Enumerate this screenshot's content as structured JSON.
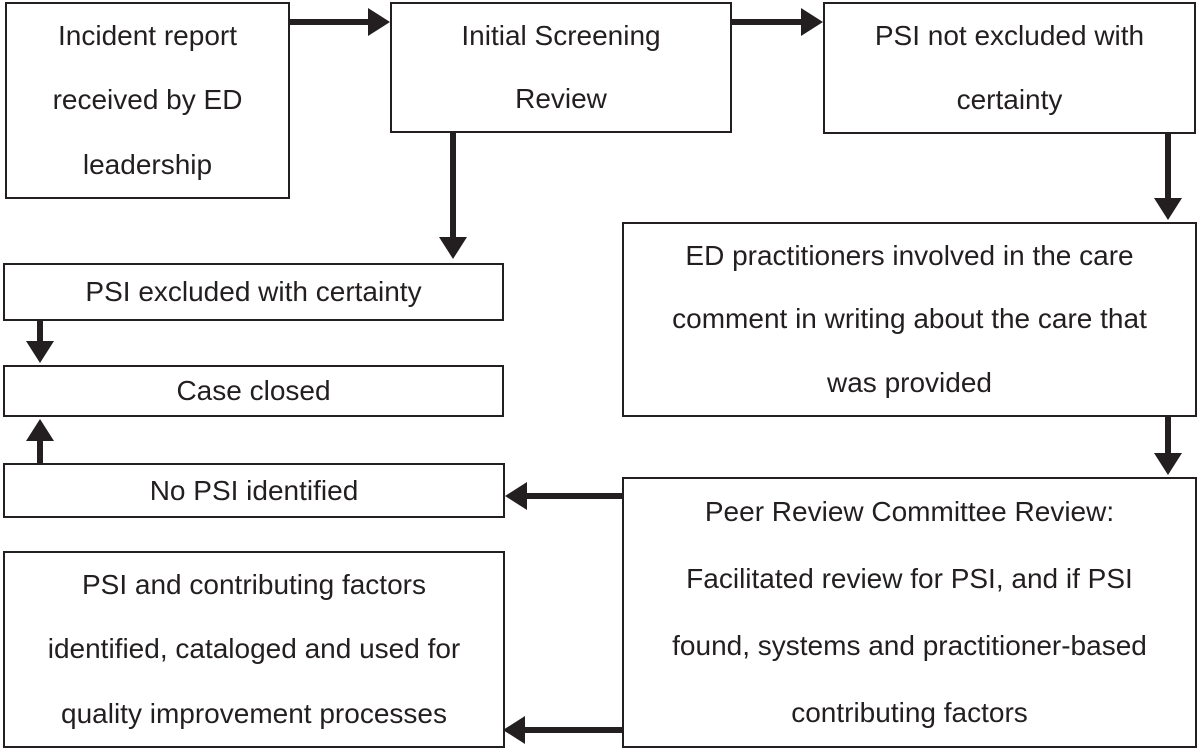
{
  "diagram": {
    "background_color": "#ffffff",
    "line_color": "#231f20",
    "nodes": {
      "incident_report": {
        "label": "Incident report received by ED leadership",
        "lines": [
          "Incident report",
          "received by ED",
          "leadership"
        ]
      },
      "initial_screening": {
        "label": "Initial Screening Review",
        "lines": [
          "Initial Screening",
          "Review"
        ]
      },
      "psi_not_excluded": {
        "label": "PSI not excluded with certainty",
        "lines": [
          "PSI not excluded with",
          "certainty"
        ]
      },
      "psi_excluded": {
        "label": "PSI excluded with certainty",
        "lines": [
          "PSI excluded with certainty"
        ]
      },
      "case_closed": {
        "label": "Case closed",
        "lines": [
          "Case closed"
        ]
      },
      "ed_practitioners": {
        "label": "ED practitioners involved in the care comment in writing about the care that was provided",
        "lines": [
          "ED practitioners involved in the care",
          "comment in writing about the care that",
          "was provided"
        ]
      },
      "no_psi": {
        "label": "No PSI identified",
        "lines": [
          "No PSI identified"
        ]
      },
      "peer_review": {
        "label": "Peer Review Committee Review: Facilitated review for PSI, and if PSI found, systems and practitioner-based contributing factors",
        "lines": [
          "Peer Review Committee Review:",
          "Facilitated review for PSI, and if PSI",
          "found, systems and practitioner-based",
          "contributing factors"
        ]
      },
      "psi_contributing": {
        "label": "PSI and contributing factors identified, cataloged and used for quality improvement processes",
        "lines": [
          "PSI and contributing factors",
          "identified, cataloged and used for",
          "quality improvement processes"
        ]
      }
    },
    "edges": [
      {
        "from": "incident_report",
        "to": "initial_screening",
        "direction": "right"
      },
      {
        "from": "initial_screening",
        "to": "psi_not_excluded",
        "direction": "right"
      },
      {
        "from": "initial_screening",
        "to": "psi_excluded",
        "direction": "down"
      },
      {
        "from": "psi_not_excluded",
        "to": "ed_practitioners",
        "direction": "down"
      },
      {
        "from": "psi_excluded",
        "to": "case_closed",
        "direction": "down"
      },
      {
        "from": "ed_practitioners",
        "to": "peer_review",
        "direction": "down"
      },
      {
        "from": "peer_review",
        "to": "no_psi",
        "direction": "left"
      },
      {
        "from": "no_psi",
        "to": "case_closed",
        "direction": "up"
      },
      {
        "from": "peer_review",
        "to": "psi_contributing",
        "direction": "left"
      }
    ]
  }
}
